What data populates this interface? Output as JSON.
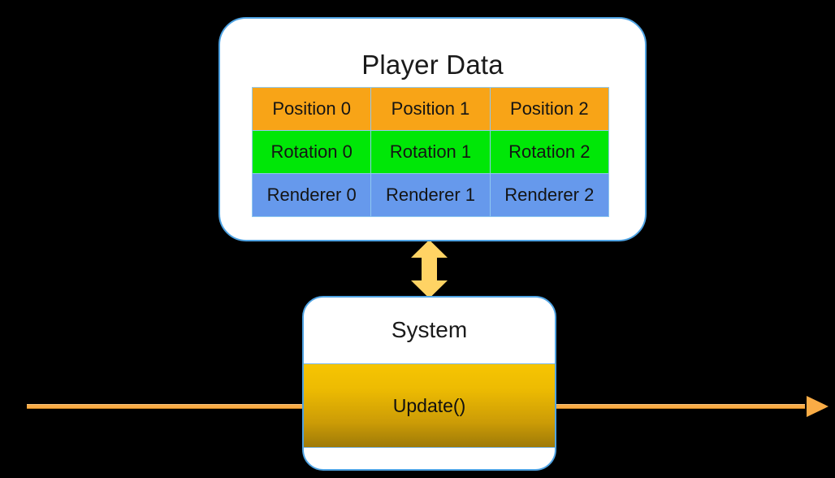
{
  "diagram": {
    "background_color": "#000000",
    "player_data": {
      "title": "Player Data",
      "border_color": "#4FA3E3",
      "table": {
        "rows": [
          {
            "name": "position-row",
            "color": "#F8A417",
            "cells": [
              "Position 0",
              "Position 1",
              "Position 2"
            ]
          },
          {
            "name": "rotation-row",
            "color": "#00E707",
            "cells": [
              "Rotation 0",
              "Rotation 1",
              "Rotation 2"
            ]
          },
          {
            "name": "renderer-row",
            "color": "#6699EC",
            "cells": [
              "Renderer 0",
              "Renderer 1",
              "Renderer 2"
            ]
          }
        ]
      }
    },
    "sync_arrow": {
      "icon": "double-headed-vertical-arrow-icon",
      "color": "#FFD364"
    },
    "system": {
      "title": "System",
      "update_label": "Update()",
      "bar_color_top": "#F6C502",
      "bar_color_bottom": "#9E7A08",
      "border_color": "#4FA3E3"
    },
    "timeline": {
      "icon": "right-arrow-icon",
      "color": "#F9AC46"
    }
  }
}
